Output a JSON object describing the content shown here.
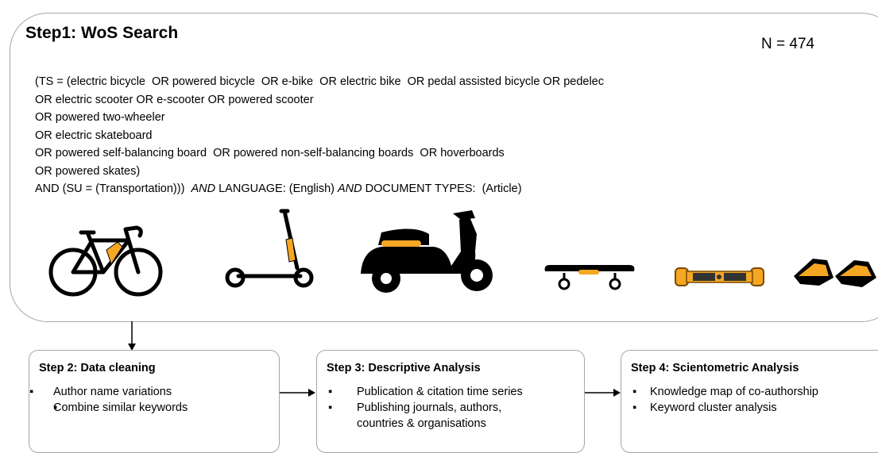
{
  "step1": {
    "title": "Step1: WoS Search",
    "count": "N = 474",
    "query_lines": [
      "(TS = (electric bicycle  OR powered bicycle  OR e-bike  OR electric bike  OR pedal assisted bicycle OR pedelec",
      "OR electric scooter OR e-scooter OR powered scooter",
      "OR powered two-wheeler",
      "OR electric skateboard",
      "OR powered self-balancing board  OR powered non-self-balancing boards  OR hoverboards",
      "OR powered skates)"
    ],
    "last_line": {
      "part1": "AND (SU = (Transportation)))  ",
      "and1": "AND",
      "part2": " LANGUAGE: (English) ",
      "and2": "AND",
      "part3": " DOCUMENT TYPES:  (Article)"
    },
    "vehicles": [
      "bicycle-icon",
      "scooter-icon",
      "moped-icon",
      "skateboard-icon",
      "hoverboard-icon",
      "skates-icon"
    ]
  },
  "steps": [
    {
      "title": "Step 2: Data cleaning",
      "bullet": "▪",
      "items": [
        "Author name variations",
        "Combine similar keywords"
      ]
    },
    {
      "title": "Step 3: Descriptive Analysis",
      "bullet": "▪",
      "items": [
        "Publication & citation time series",
        "Publishing journals, authors,",
        "countries & organisations"
      ]
    },
    {
      "title": "Step 4: Scientometric Analysis",
      "bullet": "▪",
      "items": [
        "Knowledge map of co-authorship",
        "Keyword cluster analysis"
      ]
    }
  ],
  "colors": {
    "accent": "#f5a623",
    "border": "#a6a6a6",
    "ink": "#000000"
  }
}
